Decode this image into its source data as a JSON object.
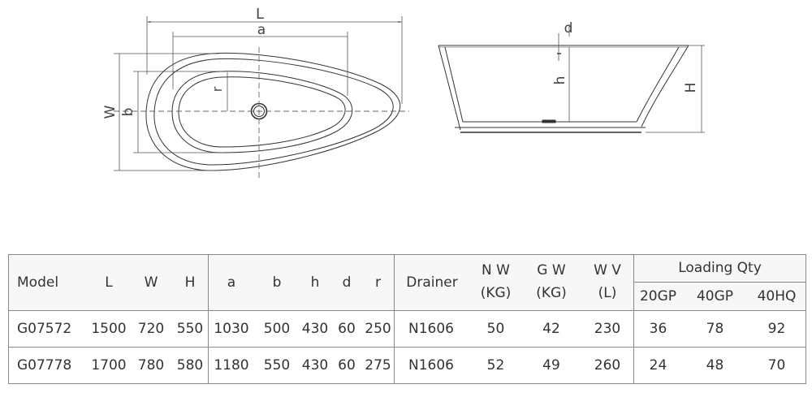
{
  "diagram": {
    "top_view": {
      "label_L": "L",
      "label_a": "a",
      "label_W": "W",
      "label_b": "b",
      "label_r": "r"
    },
    "side_view": {
      "label_d": "d",
      "label_h": "h",
      "label_H": "H"
    }
  },
  "table": {
    "headers": {
      "model": "Model",
      "L": "L",
      "W": "W",
      "H": "H",
      "a": "a",
      "b": "b",
      "h": "h",
      "d": "d",
      "r": "r",
      "drainer": "Drainer",
      "nw": "N W",
      "nw_unit": "(KG)",
      "gw": "G W",
      "gw_unit": "(KG)",
      "wv": "W V",
      "wv_unit": "(L)",
      "loading": "Loading Qty",
      "gp20": "20GP",
      "gp40": "40GP",
      "hq40": "40HQ"
    },
    "rows": [
      {
        "model": "G07572",
        "L": "1500",
        "W": "720",
        "H": "550",
        "a": "1030",
        "b": "500",
        "h": "430",
        "d": "60",
        "r": "250",
        "drainer": "N1606",
        "nw": "50",
        "gw": "42",
        "wv": "230",
        "gp20": "36",
        "gp40": "78",
        "hq40": "92"
      },
      {
        "model": "G07778",
        "L": "1700",
        "W": "780",
        "H": "580",
        "a": "1180",
        "b": "550",
        "h": "430",
        "d": "60",
        "r": "275",
        "drainer": "N1606",
        "nw": "52",
        "gw": "49",
        "wv": "260",
        "gp20": "24",
        "gp40": "48",
        "hq40": "70"
      }
    ],
    "colors": {
      "header_band": "#f7f7f7",
      "grid": "#888888"
    }
  }
}
